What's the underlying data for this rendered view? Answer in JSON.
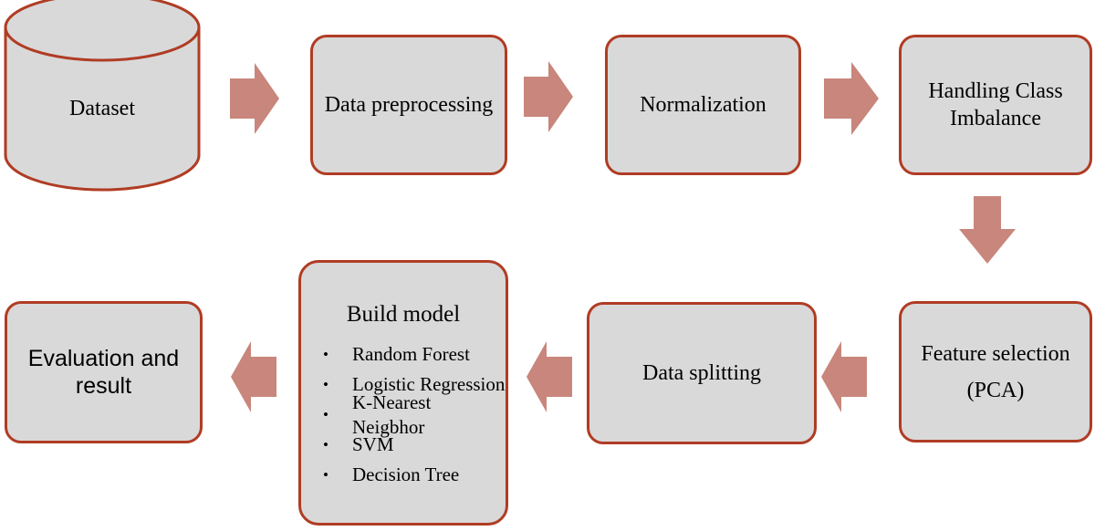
{
  "colors": {
    "background": "#ffffff",
    "box_fill": "#d9d9d9",
    "box_border": "#b03c24",
    "arrow_fill": "#c8867c",
    "text_color": "#000000"
  },
  "icons": {
    "arrow_right": "block-arrow-right",
    "arrow_down": "block-arrow-down",
    "arrow_left": "block-arrow-left",
    "database": "cylinder"
  },
  "nodes": {
    "dataset": {
      "label": "Dataset",
      "shape": "cylinder"
    },
    "preprocessing": {
      "label": "Data preprocessing"
    },
    "normalization": {
      "label": "Normalization"
    },
    "imbalance": {
      "label": "Handling Class Imbalance"
    },
    "feature_selection": {
      "label": "Feature selection",
      "sublabel": "(PCA)"
    },
    "splitting": {
      "label": "Data splitting"
    },
    "build_model": {
      "title": "Build model",
      "bullet_char": "•",
      "bullets": [
        "Random Forest",
        "Logistic Regression",
        "K-Nearest Neigbhor",
        "SVM",
        "Decision Tree"
      ]
    },
    "evaluation": {
      "label": "Evaluation and result"
    }
  },
  "flow_order": [
    "Dataset",
    "Data preprocessing",
    "Normalization",
    "Handling Class Imbalance",
    "Feature selection (PCA)",
    "Data splitting",
    "Build model",
    "Evaluation and result"
  ]
}
